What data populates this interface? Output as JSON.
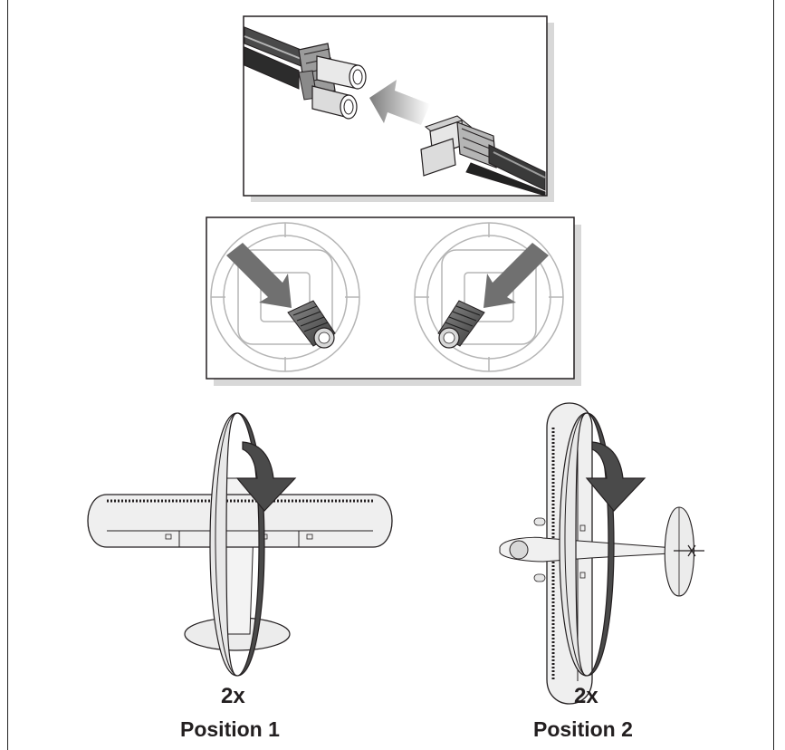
{
  "positions": [
    {
      "count": "2x",
      "label": "Position 1"
    },
    {
      "count": "2x",
      "label": "Position 2"
    }
  ],
  "colors": {
    "line": "#231f20",
    "gray": "#9b9b9b",
    "dark": "#4a4a4a",
    "light": "#e6e6e6",
    "arrow": "#5a5a5a"
  },
  "icons": [
    "connector-plug-icon",
    "insert-arrow-icon",
    "stick-icon",
    "rotate-arrow-icon",
    "airplane-icon"
  ]
}
